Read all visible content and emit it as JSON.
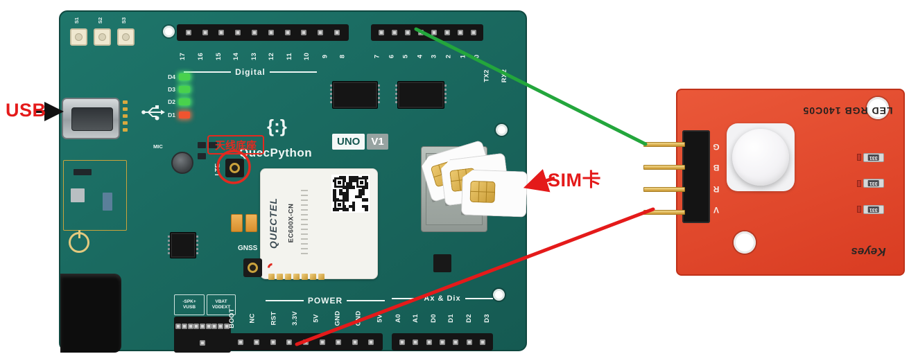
{
  "annotations": {
    "usb_label": "USB",
    "antenna_label": "天线底座",
    "sim_label": "SIM卡"
  },
  "board": {
    "buttons": [
      "S1",
      "S2",
      "S3"
    ],
    "digital": {
      "label": "Digital",
      "pins_left": [
        "17",
        "16",
        "15",
        "14",
        "13",
        "12",
        "11",
        "10",
        "9",
        "8"
      ],
      "pins_right": [
        "7",
        "6",
        "5",
        "4",
        "3",
        "2",
        "1",
        "0"
      ],
      "uart": [
        "TX2",
        "RX2"
      ]
    },
    "leds": [
      "D4",
      "D3",
      "D2",
      "D1"
    ],
    "mic_label": "MIC",
    "logo_glyph": "{:}",
    "brand": "QuecPython",
    "model": "UNO",
    "version": "V1",
    "lte_label": "LTE",
    "gnss_label": "GNSS",
    "module": {
      "brand": "QUECTEL",
      "model": "EC600X-CN"
    },
    "power": {
      "label": "POWER",
      "pins": [
        "BOOT",
        "NC",
        "RST",
        "3.3V",
        "5V",
        "GND",
        "GND",
        "5V"
      ],
      "spk_line1": "-SPK+",
      "spk_line2": "VUSB",
      "vbat_line1": "VBAT",
      "vbat_line2": "VDDEXT"
    },
    "analog": {
      "label": "Ax & Dix",
      "pins": [
        "A0",
        "A1",
        "D0",
        "D1",
        "D2",
        "D3"
      ]
    }
  },
  "rgb_module": {
    "title": "LED RGB 140C05",
    "brand": "Keyes",
    "pins": [
      "G",
      "B",
      "R",
      "V"
    ],
    "resistors": [
      "331",
      "331",
      "331"
    ]
  },
  "colors": {
    "pcb_teal": "#1b6e64",
    "pcb_red": "#e0462b",
    "wire_green": "#23a63c",
    "wire_red": "#e41a1a",
    "annotation_red": "#e41a1a",
    "gold": "#d7a93f"
  }
}
